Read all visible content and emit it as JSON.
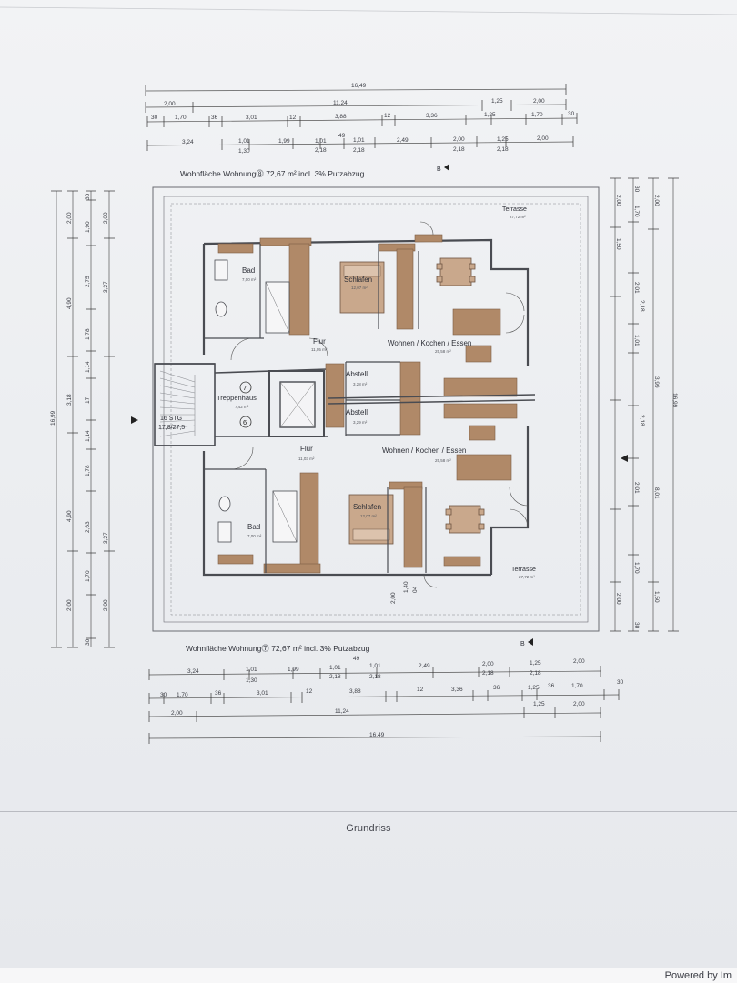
{
  "plan": {
    "caption": "Grundriss",
    "footer": "Powered by Im",
    "area_top": "Wohnfläche Wohnung⓼ 72,67 m² incl. 3% Putzabzug",
    "area_bottom": "Wohnfläche Wohnung⓻ 72,67 m² incl. 3% Putzabzug",
    "section_mark": "B",
    "stair_label": "16 STG",
    "stair_ratio": "17,8/27,5",
    "stair_hall": "Treppenhaus",
    "stair_hall_area": "7,42 m²",
    "unit_top_no": "7",
    "unit_bottom_no": "6",
    "rooms": {
      "bad_top": "Bad",
      "bad_top_area": "7,00 m²",
      "schlafen_top": "Schlafen",
      "schlafen_top_area": "12,07 m²",
      "flur_top": "Flur",
      "flur_top_area": "11,05 m²",
      "wohnen_top": "Wohnen / Kochen / Essen",
      "wohnen_top_area": "25,58 m²",
      "abstell_top": "Abstell",
      "abstell_top_area": "3,28 m²",
      "abstell_bottom": "Abstell",
      "abstell_bottom_area": "3,29 m²",
      "flur_bottom": "Flur",
      "flur_bottom_area": "11,03 m²",
      "wohnen_bottom": "Wohnen / Kochen / Essen",
      "wohnen_bottom_area": "25,58 m²",
      "schlafen_bottom": "Schlafen",
      "schlafen_bottom_area": "12,07 m²",
      "bad_bottom": "Bad",
      "bad_bottom_area": "7,00 m²",
      "terrasse_top": "Terrasse",
      "terrasse_top_area": "27,72 m²",
      "terrasse_bottom": "Terrasse",
      "terrasse_bottom_area": "27,72 m²"
    },
    "dims_top": {
      "total": "16,49",
      "mid": "11,24",
      "left": "2,00",
      "r1": "1,25",
      "r2": "2,00",
      "row3": [
        "30",
        "1,70",
        "36",
        "3,01",
        "12",
        "3,88",
        "12",
        "3,36",
        "1,25",
        "1,70",
        "30"
      ],
      "row4": [
        "3,24",
        "1,01",
        "1,99",
        "1,01",
        "1,01",
        "2,49",
        "2,00",
        "1,25",
        "2,00"
      ],
      "row4_sub": [
        "1,30",
        "2,18",
        "2,18",
        "2,18",
        "2,18"
      ],
      "row4_top": "49"
    },
    "dims_bottom": {
      "total": "16,49",
      "mid": "11,24",
      "left": "2,00",
      "r1": "1,25",
      "r2": "2,00",
      "row1": [
        "3,24",
        "1,01",
        "1,99",
        "1,01",
        "1,01",
        "2,49",
        "2,00",
        "1,25",
        "2,00"
      ],
      "row1_sub": [
        "1,30",
        "2,18",
        "2,18",
        "2,18",
        "2,18"
      ],
      "row1_top": "49",
      "row2": [
        "30",
        "1,70",
        "36",
        "3,01",
        "12",
        "3,88",
        "12",
        "3,36",
        "36",
        "1,25",
        "36",
        "1,70",
        "30"
      ]
    },
    "dims_left": {
      "total": "16,99",
      "outer": [
        "2,00",
        "4,90",
        "3,18",
        "4,90",
        "2,00"
      ],
      "inner": [
        "30",
        "1,90",
        "2,75",
        "1,78",
        "1,14",
        "17",
        "1,14",
        "1,78",
        "2,63",
        "1,70",
        "30"
      ],
      "third": [
        "2,00",
        "3,27",
        "3,27",
        "2,00"
      ]
    },
    "dims_right": {
      "total": "16,99",
      "outer": [
        "2,00",
        "3,99",
        "8,01",
        "1,50"
      ],
      "inner": [
        "30",
        "1,70",
        "2,01",
        "2,18",
        "1,01",
        "2,18",
        "2,01",
        "1,70",
        "30"
      ],
      "third": [
        "2,00",
        "1,50",
        "2,00"
      ]
    },
    "misc": {
      "dimension_140": "1,40",
      "dimension_200": "2,00",
      "dimension_04": "04"
    }
  }
}
